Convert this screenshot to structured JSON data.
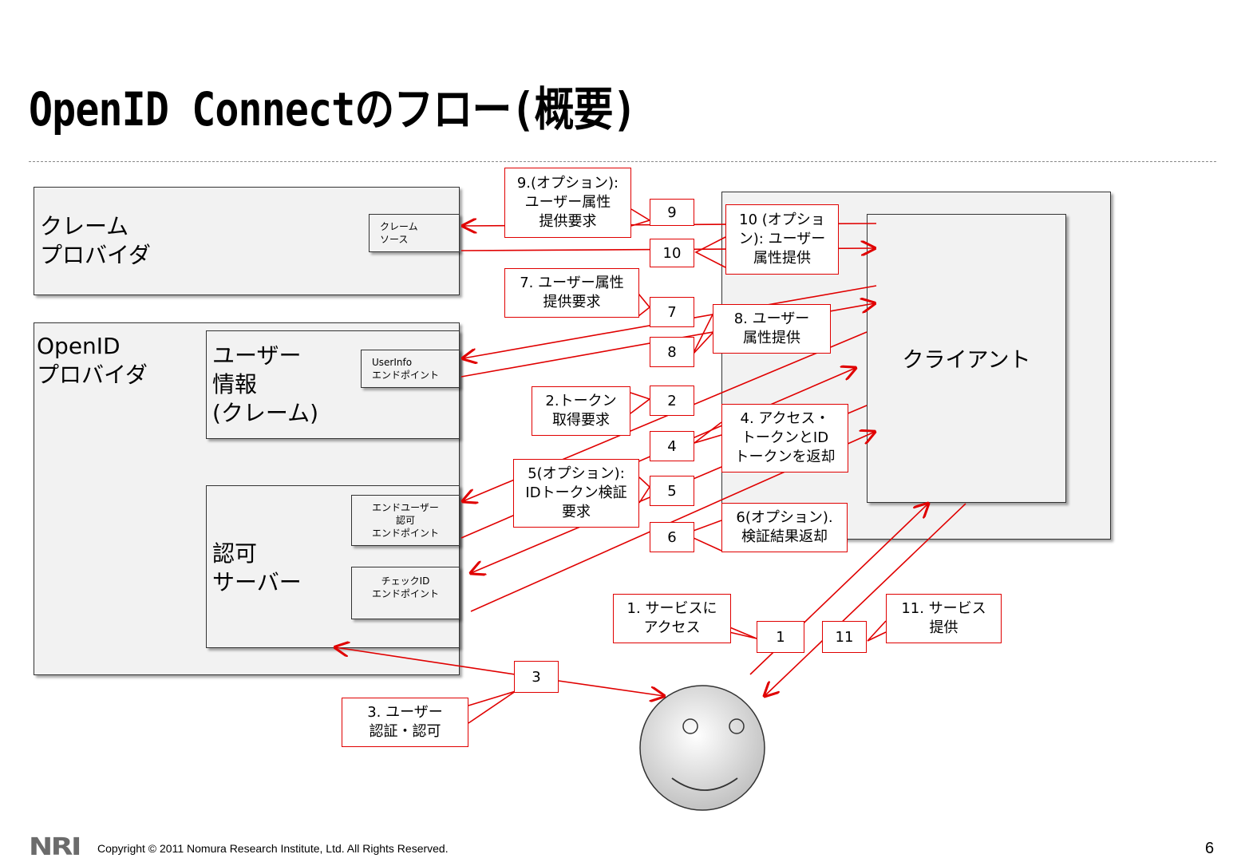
{
  "title": "OpenID Connectのフロー(概要)",
  "entities": {
    "claim_provider": "クレーム\nプロバイダ",
    "claim_source": "クレーム\nソース",
    "openid_provider": "OpenID\nプロバイダ",
    "userinfo": "ユーザー\n情報\n(クレーム)",
    "userinfo_endpoint": "UserInfo\nエンドポイント",
    "authz_server": "認可\nサーバー",
    "enduser_authz_endpoint": "エンドユーザー\n認可\nエンドポイント",
    "checkid_endpoint": "チェックID\nエンドポイント",
    "client": "クライアント"
  },
  "steps": {
    "n1": "1",
    "n2": "2",
    "n3": "3",
    "n4": "4",
    "n5": "5",
    "n6": "6",
    "n7": "7",
    "n8": "8",
    "n9": "9",
    "n10": "10",
    "n11": "11"
  },
  "callouts": {
    "c9": "9.(オプション):\nユーザー属性\n提供要求",
    "c10": "10 (オプショ\nン): ユーザー\n属性提供",
    "c7": "7. ユーザー属性\n提供要求",
    "c8": "8. ユーザー\n属性提供",
    "c2": "2.トークン\n取得要求",
    "c4": "4. アクセス・\nトークンとID\nトークンを返却",
    "c5": "5(オプション):\nIDトークン検証\n要求",
    "c6": "6(オプション).\n検証結果返却",
    "c1": "1. サービスに\nアクセス",
    "c11": "11. サービス\n提供",
    "c3": "3. ユーザー\n認証・認可"
  },
  "footer": {
    "logo": "NRI",
    "copyright": "Copyright © 2011 Nomura Research Institute, Ltd. All Rights Reserved.",
    "page": "6"
  },
  "colors": {
    "arrow": "#e00000",
    "box_fill": "#f2f2f2"
  }
}
